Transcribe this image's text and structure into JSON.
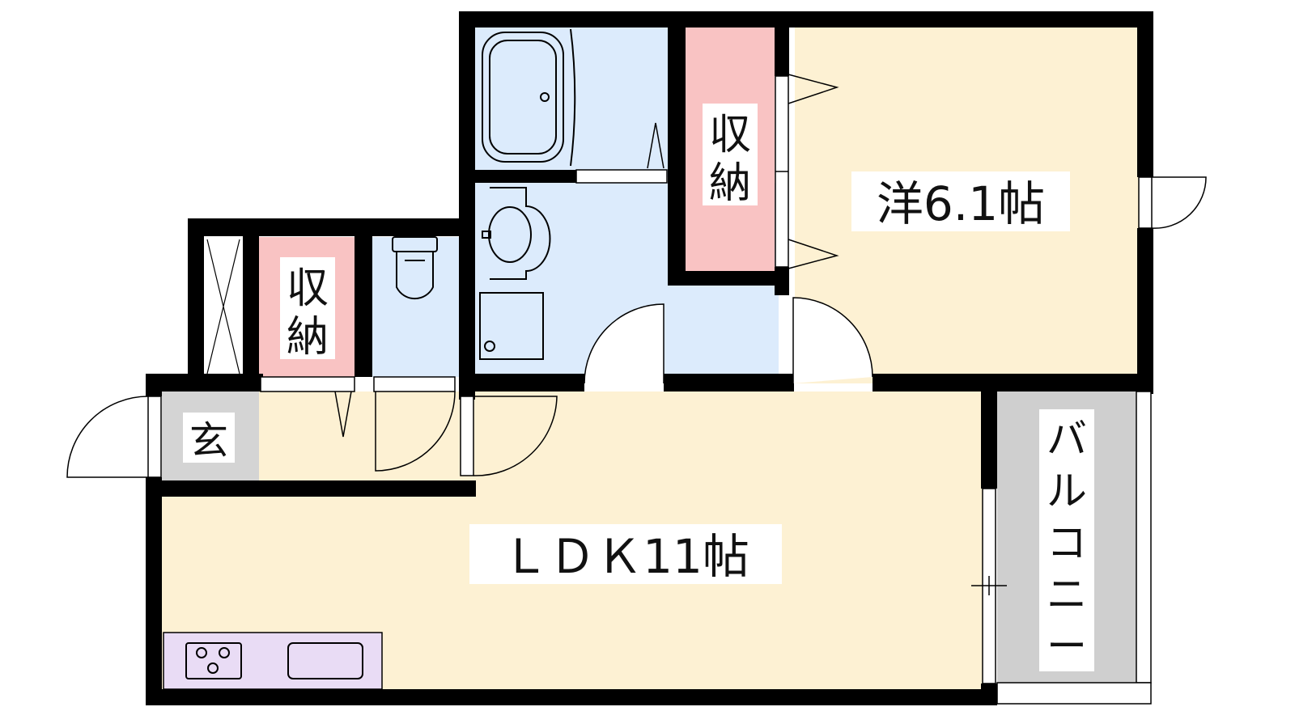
{
  "floor_plan": {
    "rooms": {
      "western_room": {
        "label": "洋6.1帖"
      },
      "ldk": {
        "label": "ＬＤＫ11帖"
      },
      "storage_upper": {
        "label_line1": "収",
        "label_line2": "納"
      },
      "storage_lower": {
        "label_line1": "収",
        "label_line2": "納"
      },
      "entrance": {
        "label": "玄"
      },
      "balcony": {
        "label_chars": [
          "バ",
          "ル",
          "コ",
          "ニ",
          "ー"
        ]
      }
    },
    "colors": {
      "living_floor": "#fdf1d3",
      "wet_area": "#dcebfc",
      "storage": "#f9c3c3",
      "entrance": "#d4d4d4",
      "balcony": "#cfcfcf",
      "kitchen": "#e9dcf5",
      "wall": "#000000"
    }
  }
}
